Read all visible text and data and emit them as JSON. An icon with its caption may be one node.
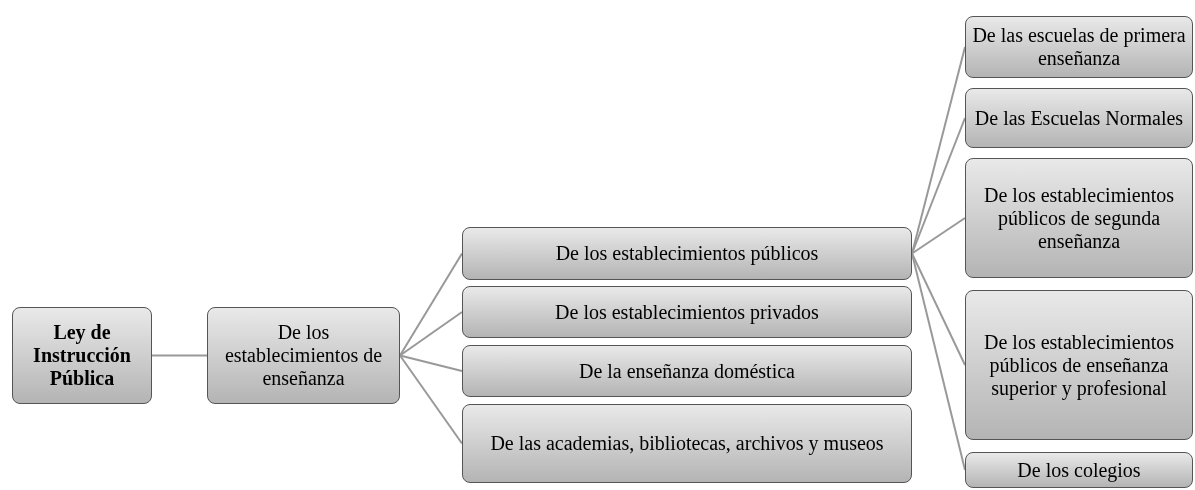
{
  "diagram": {
    "nodes": [
      {
        "text": [
          "Ley de Instrucción Pública"
        ]
      },
      {
        "text": [
          "De los establecimientos de enseñanza"
        ]
      },
      {
        "text": [
          "De los establecimientos públicos"
        ]
      },
      {
        "text": [
          "De los establecimientos privados"
        ]
      },
      {
        "text": [
          "De la enseñanza doméstica"
        ]
      },
      {
        "text": [
          "De las academias, bibliotecas, archivos y museos"
        ]
      },
      {
        "text": [
          "De las escuelas de primera enseñanza"
        ]
      },
      {
        "text": [
          "De las Escuelas Normales"
        ]
      },
      {
        "text": [
          "De los establecimientos públicos de segunda enseñanza"
        ]
      },
      {
        "text": [
          "De los establecimientos públicos de enseñanza superior y profesional"
        ]
      },
      {
        "text": [
          "De los colegios"
        ]
      }
    ],
    "edges": [
      {
        "from": 0,
        "to": 1,
        "arrow": "none"
      },
      {
        "from": 1,
        "to": 2,
        "arrow": "none"
      },
      {
        "from": 1,
        "to": 3,
        "arrow": "none"
      },
      {
        "from": 1,
        "to": 4,
        "arrow": "none"
      },
      {
        "from": 1,
        "to": 5,
        "arrow": "none"
      },
      {
        "from": 2,
        "to": 6,
        "arrow": "none"
      },
      {
        "from": 2,
        "to": 7,
        "arrow": "none"
      },
      {
        "from": 2,
        "to": 8,
        "arrow": "none"
      },
      {
        "from": 2,
        "to": 9,
        "arrow": "none"
      },
      {
        "from": 2,
        "to": 10,
        "arrow": "none"
      }
    ]
  }
}
